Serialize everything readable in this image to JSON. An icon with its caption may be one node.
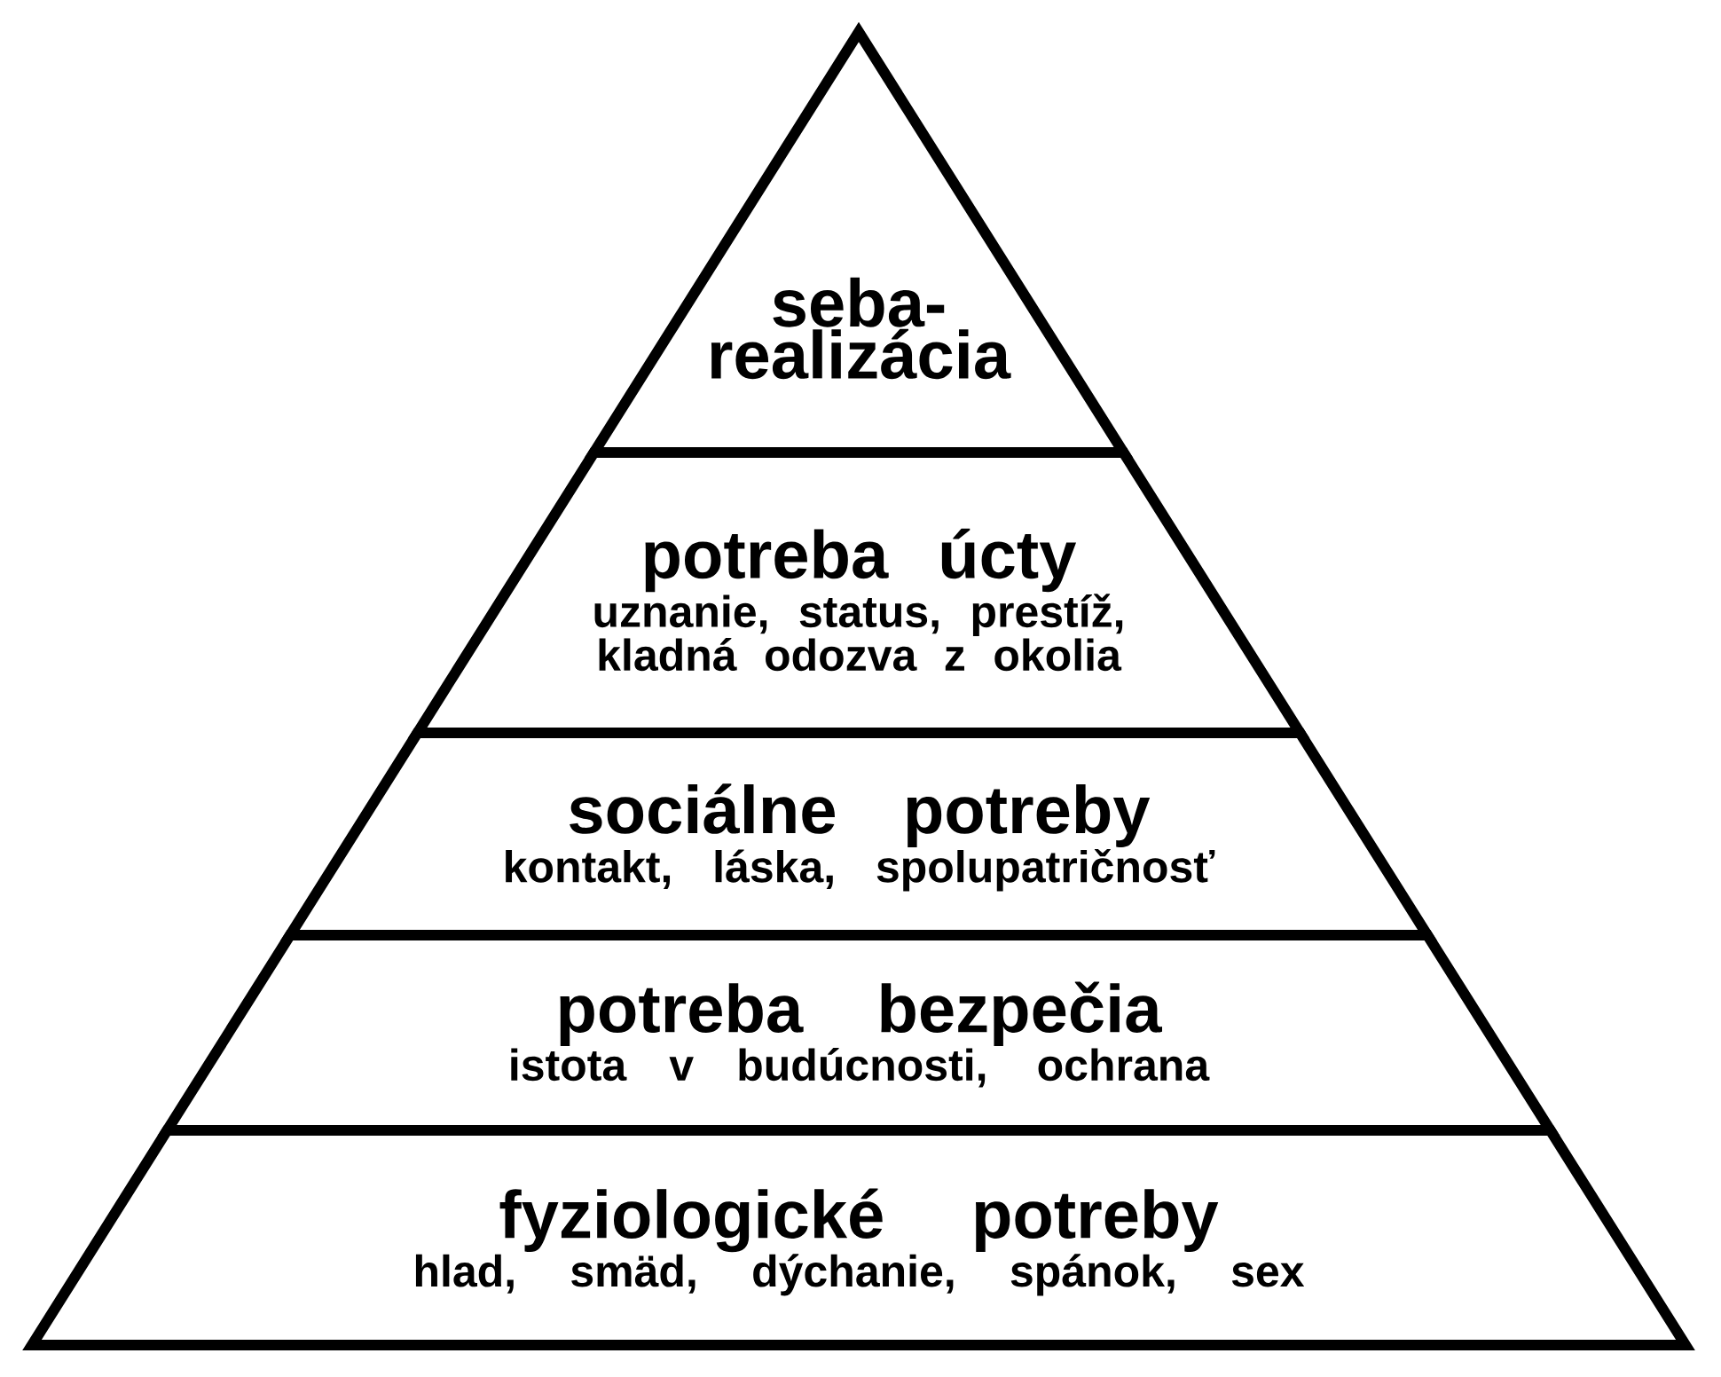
{
  "diagram": {
    "nodes": [
      {
        "text": [
          "seba-realizácia"
        ]
      },
      {
        "text": [
          "potreba úcty",
          "uznanie, status, prestíž, kladná odozva z okolia"
        ]
      },
      {
        "text": [
          "sociálne potreby",
          "kontakt, láska, spolupatričnosť"
        ]
      },
      {
        "text": [
          "potreba bezpečia",
          "istota v budúcnosti, ochrana"
        ]
      },
      {
        "text": [
          "fyziologické potreby",
          "hlad, smäd, dýchanie, spánok, sex"
        ]
      }
    ]
  }
}
